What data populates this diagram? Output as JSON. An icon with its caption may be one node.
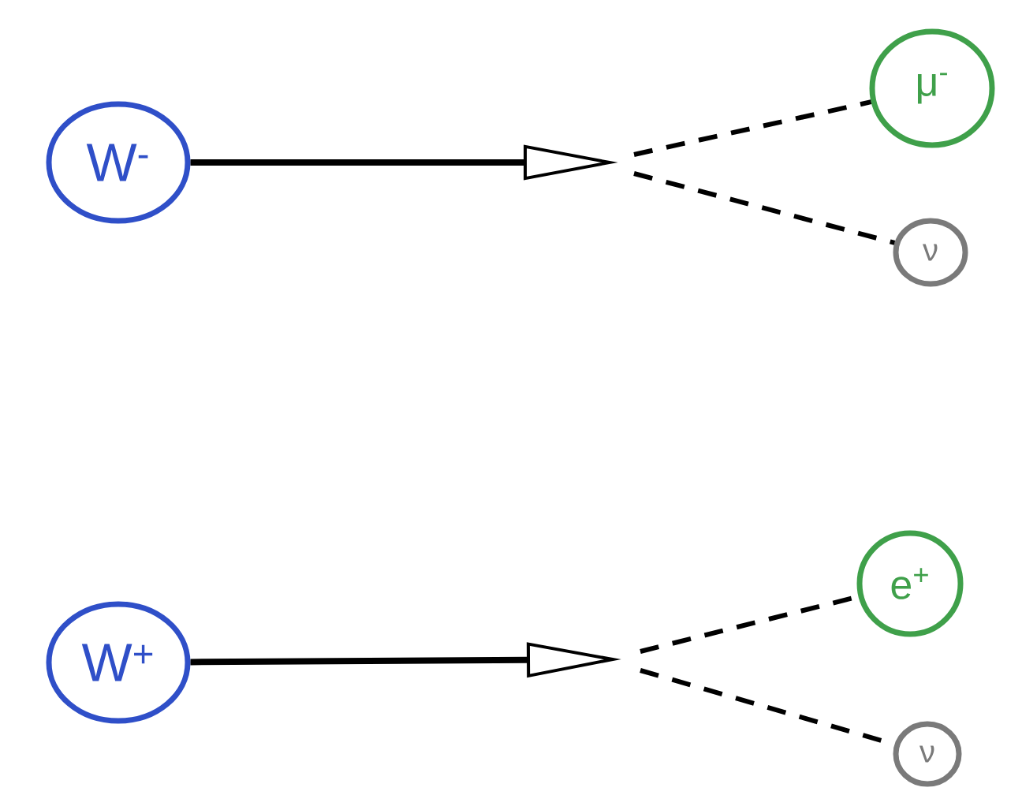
{
  "diagram": {
    "nodes": [
      {
        "text": [
          "W$^{-}$"
        ]
      },
      {
        "text": [
          "μ$^{-}$"
        ]
      },
      {
        "text": [
          "ν"
        ]
      },
      {
        "text": [
          "W$^{+}$"
        ]
      },
      {
        "text": [
          "e$^{+}$"
        ]
      },
      {
        "text": [
          "ν"
        ]
      }
    ],
    "edges": [
      {
        "from": 0,
        "to": null,
        "arrow": "to"
      },
      {
        "from": null,
        "to": 1,
        "arrow": "none",
        "style": "dashed"
      },
      {
        "from": null,
        "to": 2,
        "arrow": "none",
        "style": "dashed"
      },
      {
        "from": 3,
        "to": null,
        "arrow": "to"
      },
      {
        "from": null,
        "to": 4,
        "arrow": "none",
        "style": "dashed"
      },
      {
        "from": null,
        "to": 5,
        "arrow": "none",
        "style": "dashed"
      }
    ]
  }
}
